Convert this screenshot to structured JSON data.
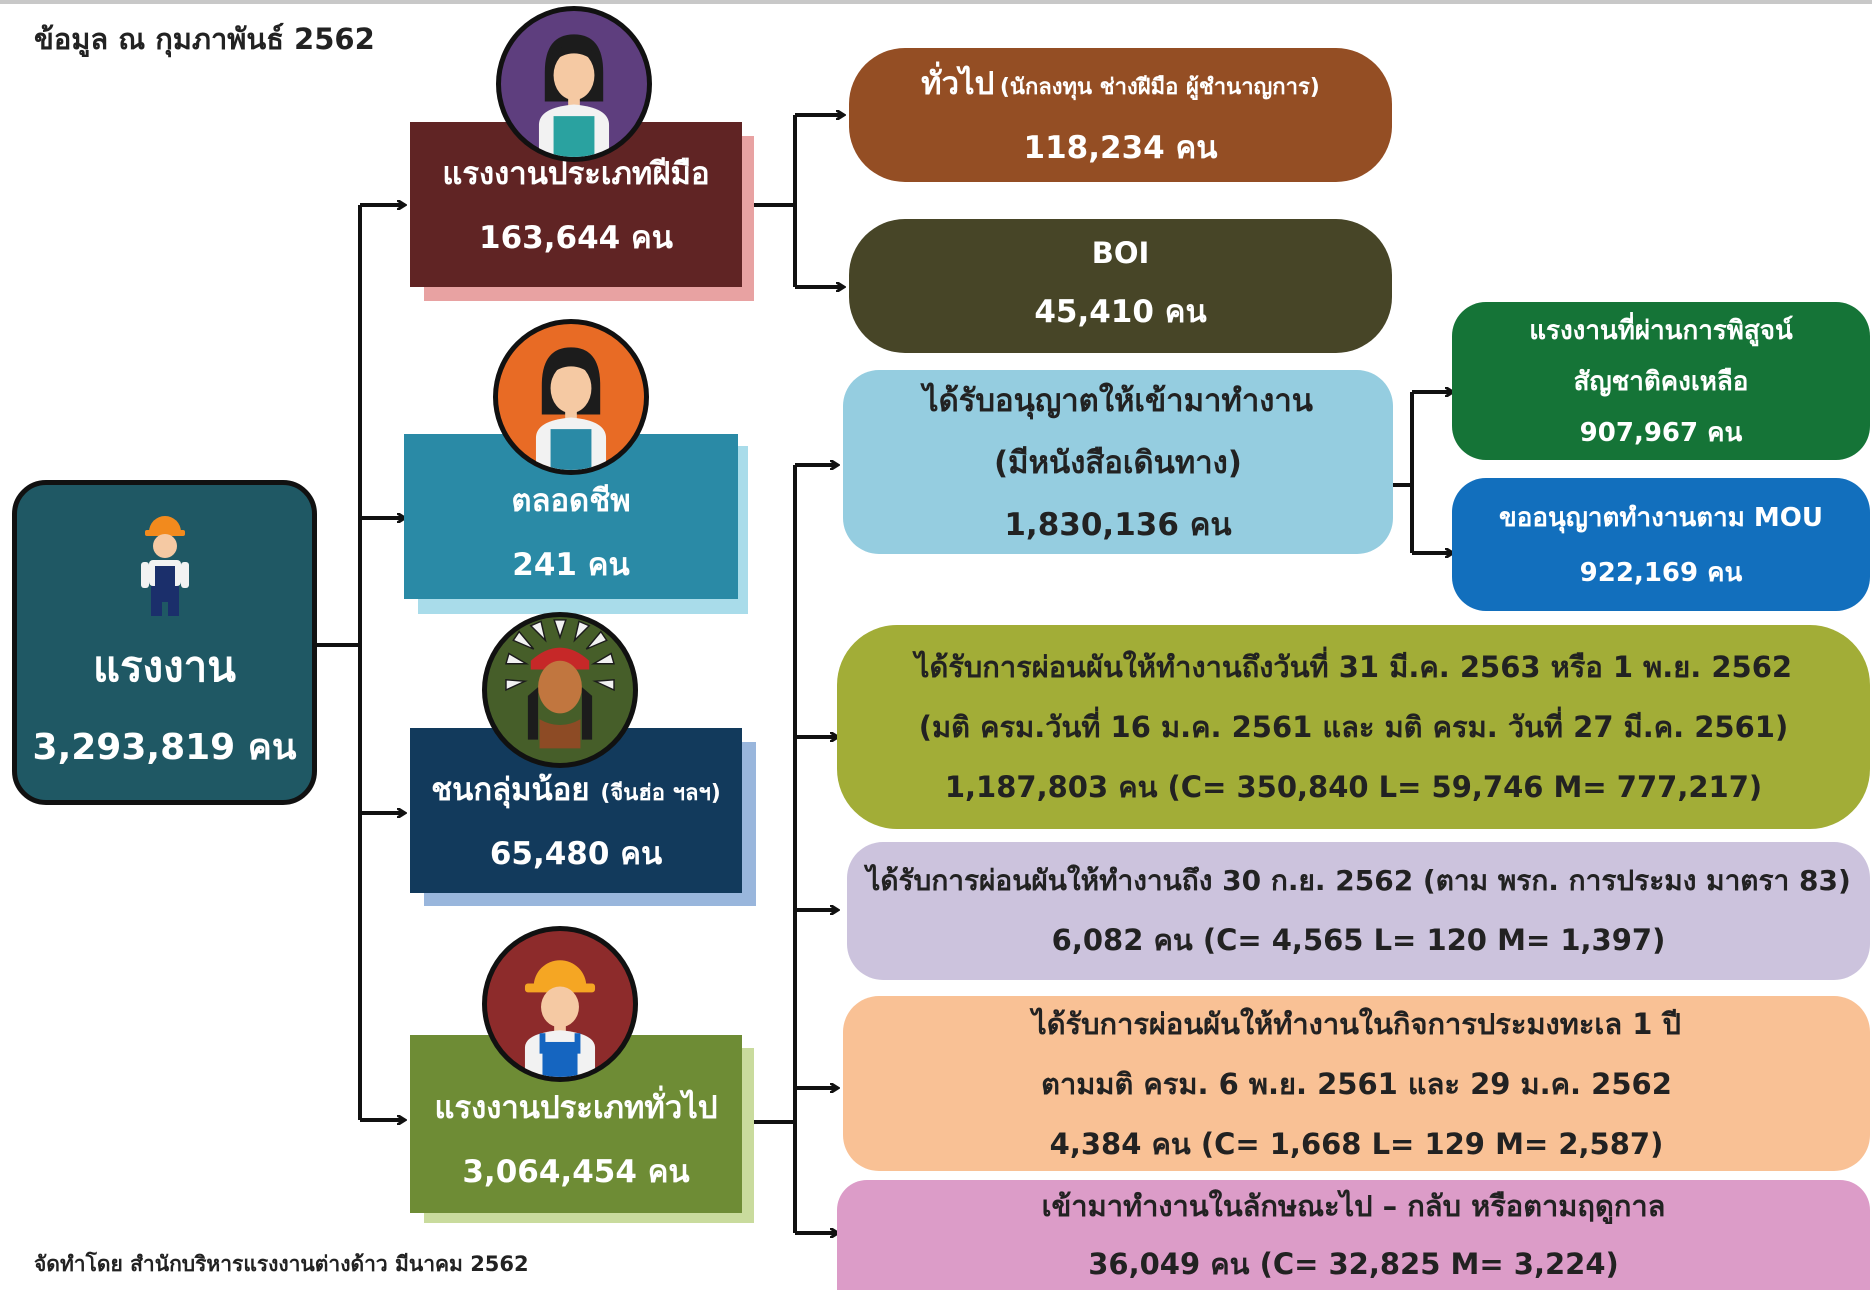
{
  "header": {
    "date_line": "ข้อมูล ณ กุมภาพันธ์  2562"
  },
  "footer": {
    "credit": "จัดทำโดย สำนักบริหารแรงงานต่างด้าว  มีนาคม 2562"
  },
  "colors": {
    "root": "#1f5864",
    "skilled": "#602424",
    "lifetime": "#2a8aa6",
    "minority": "#123a5c",
    "general": "#6e8c35",
    "general_pill": "#944e24",
    "boi_pill": "#474527",
    "passport_pill": "#95cde0",
    "nationality_pill": "#157437",
    "mou_pill": "#126fbd",
    "waiver1_pill": "#a2ad37",
    "waiver2_pill": "#ccc3dd",
    "waiver3_pill": "#f9c195",
    "seasonal_pill": "#dc9cc8"
  },
  "root": {
    "title": "แรงงาน",
    "count": "3,293,819 คน"
  },
  "categories": {
    "skilled": {
      "title": "แรงงานประเภทฝีมือ",
      "count": "163,644 คน"
    },
    "lifetime": {
      "title": "ตลอดชีพ",
      "count": "241 คน"
    },
    "minority": {
      "title": "ชนกลุ่มน้อย",
      "note": "(จีนฮ่อ ฯลฯ)",
      "count": "65,480 คน"
    },
    "general": {
      "title": "แรงงานประเภททั่วไป",
      "count": "3,064,454 คน"
    }
  },
  "skilled_items": {
    "general": {
      "title": "ทั่วไป",
      "note": "(นักลงทุน ช่างฝีมือ ผู้ชำนาญการ)",
      "count": "118,234 คน"
    },
    "boi": {
      "title": "BOI",
      "count": "45,410 คน"
    }
  },
  "general_items": {
    "passport": {
      "line1": "ได้รับอนุญาตให้เข้ามาทำงาน",
      "line2": "(มีหนังสือเดินทาง)",
      "count": "1,830,136 คน"
    },
    "nationality": {
      "line1": "แรงงานที่ผ่านการพิสูจน์",
      "line2": "สัญชาติคงเหลือ",
      "count": "907,967 คน"
    },
    "mou": {
      "line1": "ขออนุญาตทำงานตาม MOU",
      "count": "922,169 คน"
    },
    "waiver1": {
      "line1": "ได้รับการผ่อนผันให้ทำงานถึงวันที่ 31 มี.ค. 2563 หรือ 1 พ.ย. 2562",
      "line2": "(มติ ครม.วันที่ 16 ม.ค. 2561 และ มติ ครม. วันที่ 27 มี.ค. 2561)",
      "count": "1,187,803 คน (C= 350,840 L= 59,746 M= 777,217)"
    },
    "waiver2": {
      "line1": "ได้รับการผ่อนผันให้ทำงานถึง 30 ก.ย.  2562 (ตาม พรก. การประมง มาตรา 83)",
      "count": "6,082 คน (C= 4,565 L= 120 M= 1,397)"
    },
    "waiver3": {
      "line1": "ได้รับการผ่อนผันให้ทำงานในกิจการประมงทะเล 1 ปี",
      "line2": "ตามมติ ครม. 6 พ.ย. 2561 และ 29 ม.ค. 2562",
      "count": "4,384 คน (C= 1,668 L= 129 M= 2,587)"
    },
    "seasonal": {
      "line1": "เข้ามาทำงานในลักษณะไป – กลับ หรือตามฤดูกาล",
      "count": "36,049 คน (C= 32,825 M= 3,224)"
    }
  }
}
